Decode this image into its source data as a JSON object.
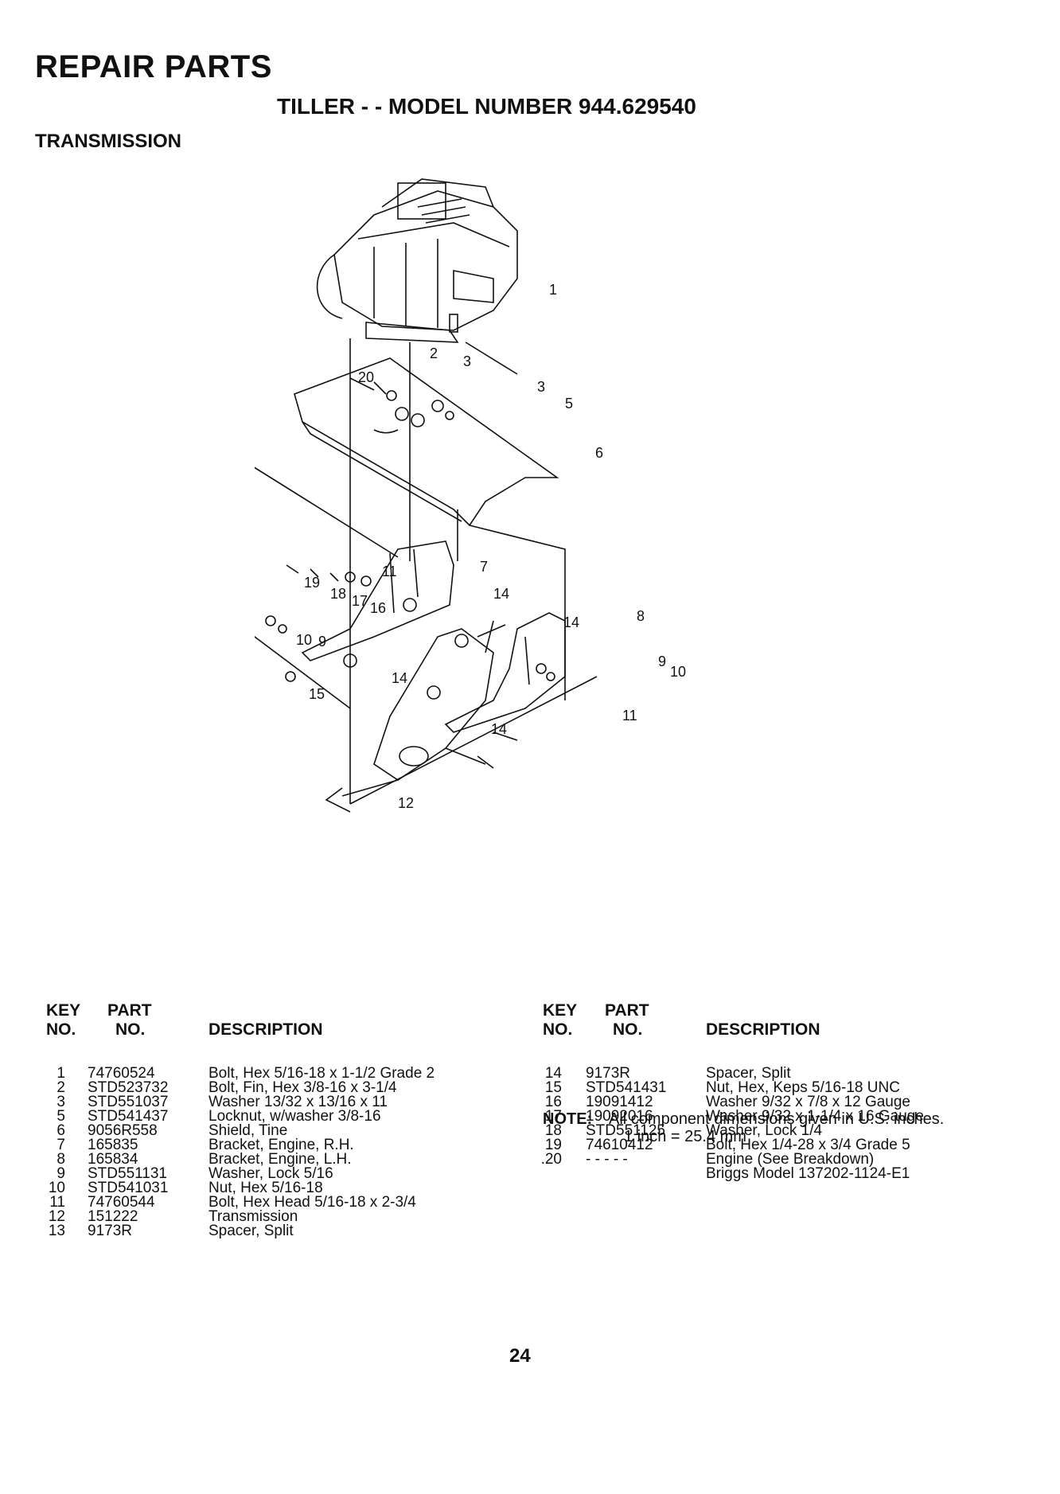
{
  "header": {
    "title": "REPAIR PARTS",
    "subtitle": "TILLER - - MODEL NUMBER 944.629540",
    "section": "TRANSMISSION"
  },
  "diagram": {
    "callouts": [
      "1",
      "2",
      "3",
      "3",
      "5",
      "6",
      "7",
      "8",
      "9",
      "9",
      "10",
      "10",
      "11",
      "11",
      "12",
      "14",
      "14",
      "14",
      "14",
      "15",
      "16",
      "17",
      "18",
      "19",
      "20"
    ]
  },
  "table_headers": {
    "key_1": "KEY",
    "key_2": "NO.",
    "part_1": "PART",
    "part_2": "NO.",
    "description": "DESCRIPTION"
  },
  "left_parts": [
    {
      "key": "1",
      "part": "74760524",
      "desc": "Bolt, Hex 5/16-18 x 1-1/2 Grade 2"
    },
    {
      "key": "2",
      "part": "STD523732",
      "desc": "Bolt, Fin, Hex 3/8-16 x 3-1/4"
    },
    {
      "key": "3",
      "part": "STD551037",
      "desc": "Washer 13/32 x 13/16 x 11"
    },
    {
      "key": "5",
      "part": "STD541437",
      "desc": "Locknut, w/washer 3/8-16"
    },
    {
      "key": "6",
      "part": "9056R558",
      "desc": "Shield, Tine"
    },
    {
      "key": "7",
      "part": "165835",
      "desc": "Bracket, Engine, R.H."
    },
    {
      "key": "8",
      "part": "165834",
      "desc": "Bracket, Engine, L.H."
    },
    {
      "key": "9",
      "part": "STD551131",
      "desc": "Washer, Lock 5/16"
    },
    {
      "key": "10",
      "part": "STD541031",
      "desc": "Nut, Hex 5/16-18"
    },
    {
      "key": "11",
      "part": "74760544",
      "desc": "Bolt, Hex Head 5/16-18 x 2-3/4"
    },
    {
      "key": "12",
      "part": "151222",
      "desc": "Transmission"
    },
    {
      "key": "13",
      "part": "9173R",
      "desc": "Spacer, Split"
    }
  ],
  "right_parts": [
    {
      "key": "14",
      "part": "9173R",
      "desc": "Spacer, Split"
    },
    {
      "key": "15",
      "part": "STD541431",
      "desc": "Nut, Hex, Keps 5/16-18 UNC"
    },
    {
      "key": "16",
      "part": "19091412",
      "desc": "Washer 9/32 x 7/8 x 12 Gauge"
    },
    {
      "key": "17",
      "part": "19092016",
      "desc": "Washer 9/32 x 1-1/4 x 16 Gauge"
    },
    {
      "key": "18",
      "part": "STD551125",
      "desc": "Washer, Lock 1/4"
    },
    {
      "key": "19",
      "part": "74610412",
      "desc": "Bolt, Hex 1/4-28 x 3/4 Grade 5"
    },
    {
      "key": ".20",
      "part": "- - - - -",
      "desc": "Engine (See Breakdown)"
    },
    {
      "key": "",
      "part": "",
      "desc": "Briggs Model 137202-1124-E1"
    }
  ],
  "note": {
    "label": "NOTE:",
    "line1": "All component dimensions given in U.S. inches.",
    "line2": "1 inch = 25.4 mm"
  },
  "page_number": "24"
}
